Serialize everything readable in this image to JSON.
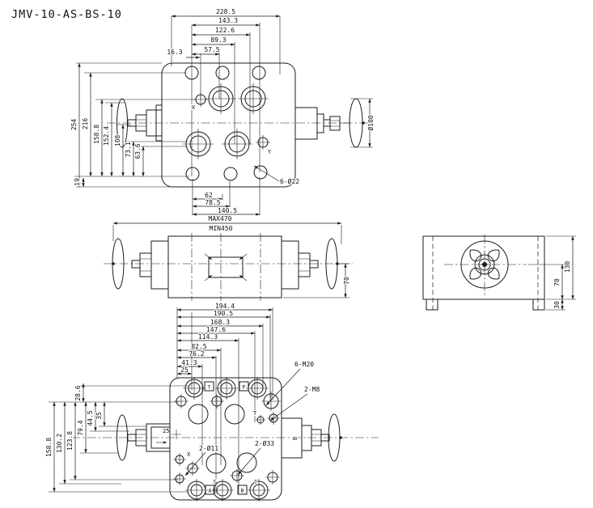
{
  "title": "JMV-10-AS-BS-10",
  "colors": {
    "ink": "#1b1b1b",
    "bg": "#ffffff"
  },
  "top_view": {
    "dims_top": [
      "228.5",
      "143.3",
      "122.6",
      "89.3",
      "57.5",
      "16.3"
    ],
    "dims_left": [
      "254",
      "216",
      "158.8",
      "152.4",
      "108",
      "73.1",
      "63.6",
      "19"
    ],
    "dims_bottom": [
      "62",
      "78.5",
      "140.5"
    ],
    "hole_note": "6-Ø22",
    "wheel_dia": "Ø100",
    "label_x": "X",
    "label_y": "Y"
  },
  "front_view": {
    "len_max": "MAX470",
    "len_min": "MIN450",
    "dim_height": "70"
  },
  "side_view": {
    "dim_total": "130",
    "dim_center": "70",
    "dim_foot": "30"
  },
  "bottom_view": {
    "dims_top": [
      "194.4",
      "190.5",
      "168.3",
      "147.6",
      "114.3",
      "82.5",
      "76.2",
      "41.3",
      "25"
    ],
    "dims_left": [
      "28.6",
      "158.8",
      "130.2",
      "123.8",
      "79.4",
      "44.5",
      "35"
    ],
    "note_m20": "6-M20",
    "note_m8": "2-M8",
    "note_d11": "2-Ø11",
    "note_d33": "2-Ø33",
    "dim_center": "25",
    "port_t": "T",
    "port_p": "P",
    "port_a": "A",
    "port_b": "B",
    "label_b_side": "B",
    "label_x": "X",
    "label_t_small": "T",
    "label_t_bl": "T",
    "label_t_br": "T"
  }
}
